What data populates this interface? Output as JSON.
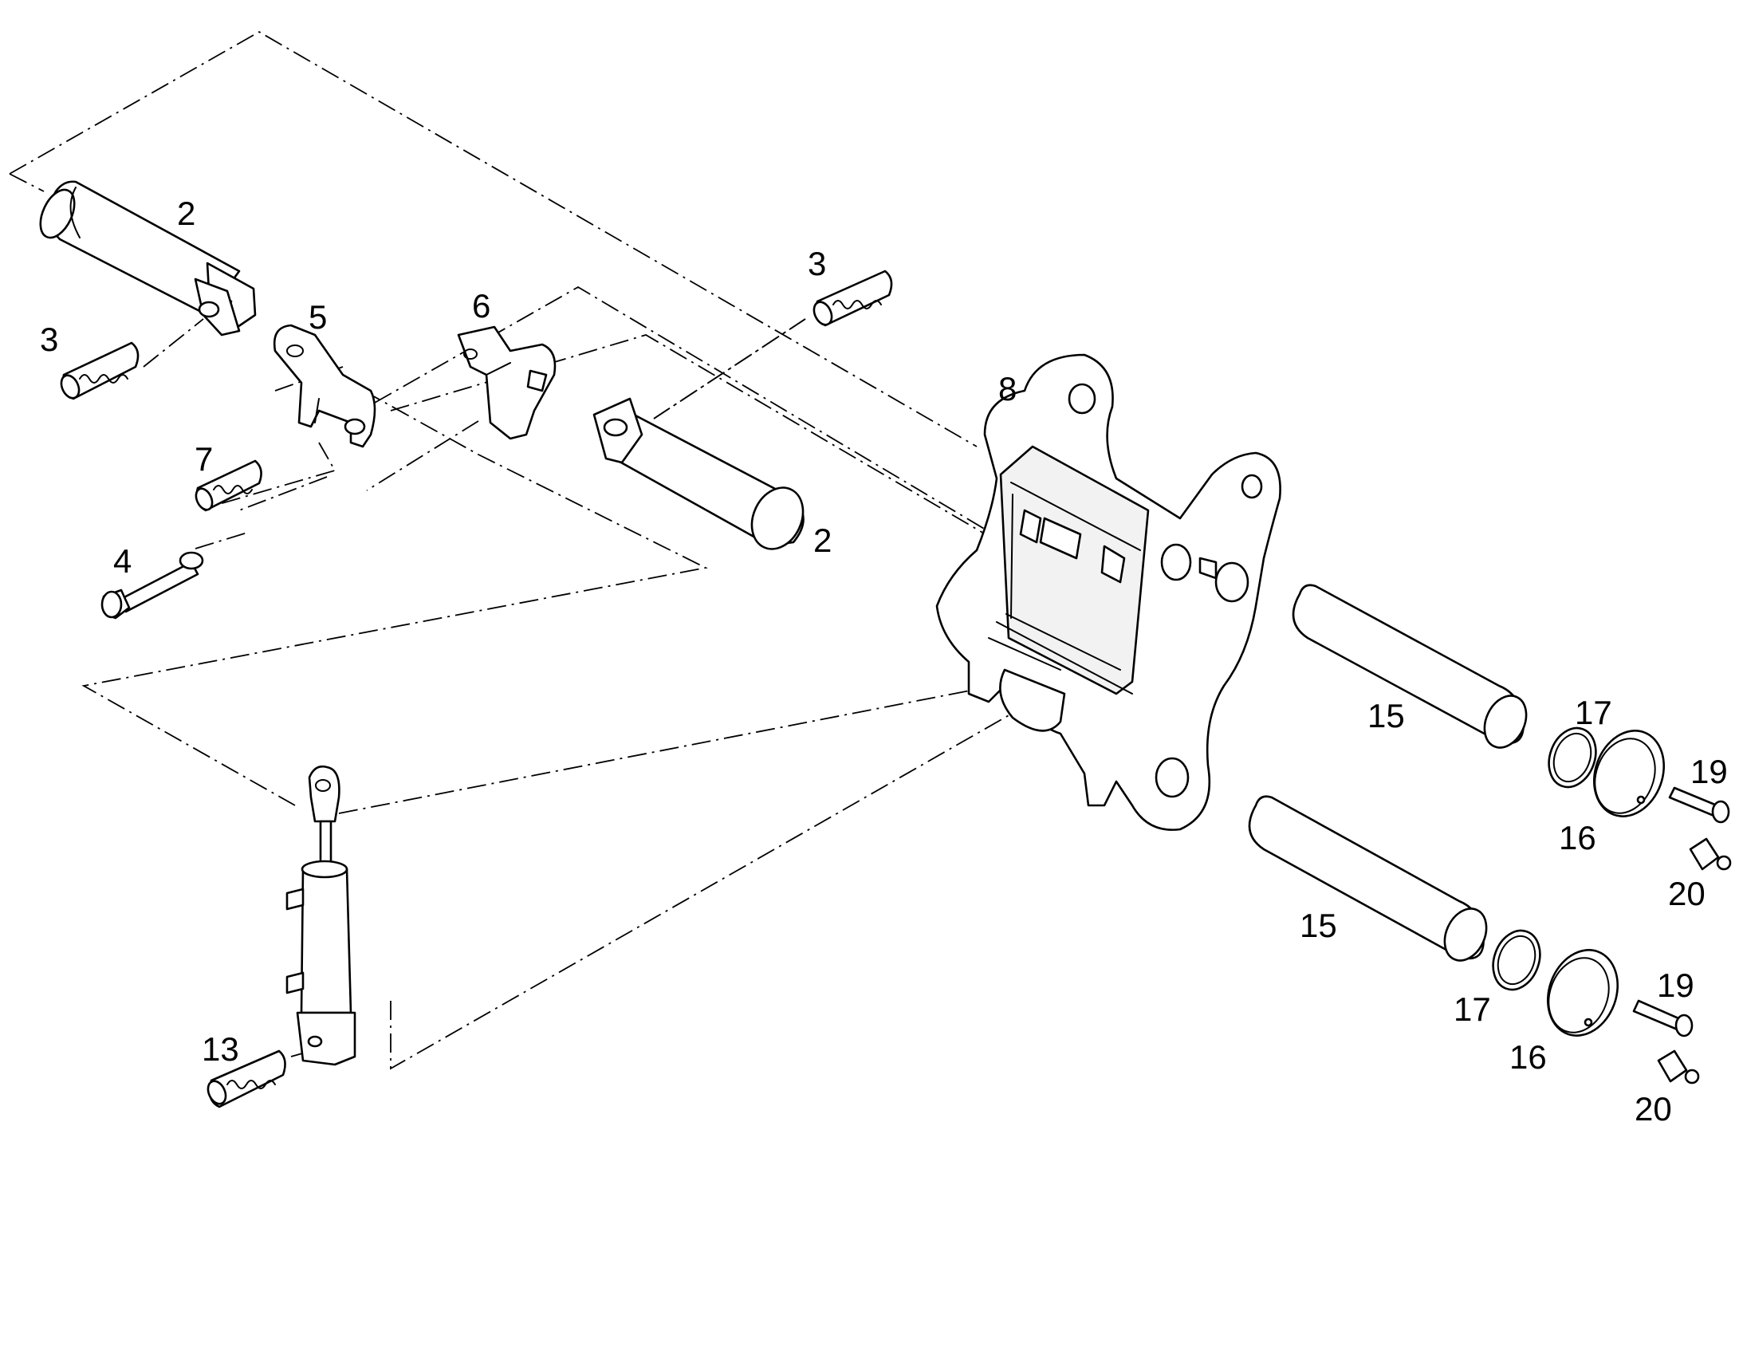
{
  "callouts": [
    {
      "id": "c2a",
      "label": "2"
    },
    {
      "id": "c3a",
      "label": "3"
    },
    {
      "id": "c5",
      "label": "5"
    },
    {
      "id": "c6",
      "label": "6"
    },
    {
      "id": "c3b",
      "label": "3"
    },
    {
      "id": "c7",
      "label": "7"
    },
    {
      "id": "c4",
      "label": "4"
    },
    {
      "id": "c2b",
      "label": "2"
    },
    {
      "id": "c8",
      "label": "8"
    },
    {
      "id": "c15a",
      "label": "15"
    },
    {
      "id": "c17a",
      "label": "17"
    },
    {
      "id": "c19a",
      "label": "19"
    },
    {
      "id": "c16a",
      "label": "16"
    },
    {
      "id": "c20a",
      "label": "20"
    },
    {
      "id": "c15b",
      "label": "15"
    },
    {
      "id": "c17b",
      "label": "17"
    },
    {
      "id": "c19b",
      "label": "19"
    },
    {
      "id": "c16b",
      "label": "16"
    },
    {
      "id": "c20b",
      "label": "20"
    },
    {
      "id": "c13",
      "label": "13"
    }
  ]
}
